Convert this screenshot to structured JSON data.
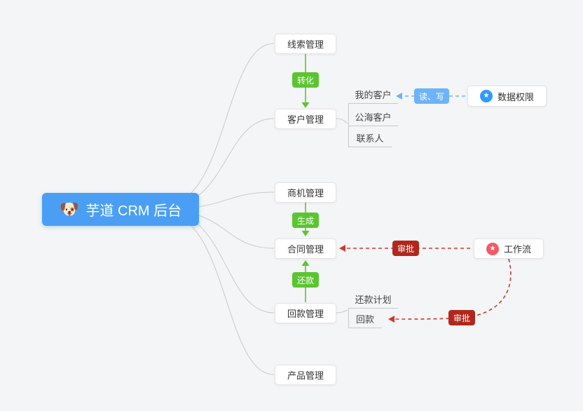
{
  "root": {
    "label": "芋道 CRM 后台",
    "emoji": "🐶"
  },
  "nodes": {
    "leads": "线索管理",
    "customers": "客户管理",
    "opportunities": "商机管理",
    "contracts": "合同管理",
    "receivables": "回款管理",
    "products": "产品管理",
    "data_permission": "数据权限",
    "workflow": "工作流"
  },
  "children": {
    "my_customers": "我的客户",
    "public_customers": "公海客户",
    "contacts": "联系人",
    "repayment_plan": "还款计划",
    "repayment": "回款"
  },
  "badges": {
    "convert": "转化",
    "generate": "生成",
    "repay": "还款",
    "read_write": "读、写",
    "approve_contract": "审批",
    "approve_receivable": "审批"
  },
  "icons": {
    "star_glyph": "★"
  },
  "colors": {
    "background": "#f4f5f6",
    "root_bg": "#4a9ff5",
    "green": "#5bc531",
    "blue_badge": "#6db3f8",
    "blue_icon": "#2f9bf6",
    "red_badge": "#b2271d",
    "red_line": "#ce3a2e",
    "pink_icon": "#f25b66",
    "connector_gray": "#c9c9c9"
  }
}
